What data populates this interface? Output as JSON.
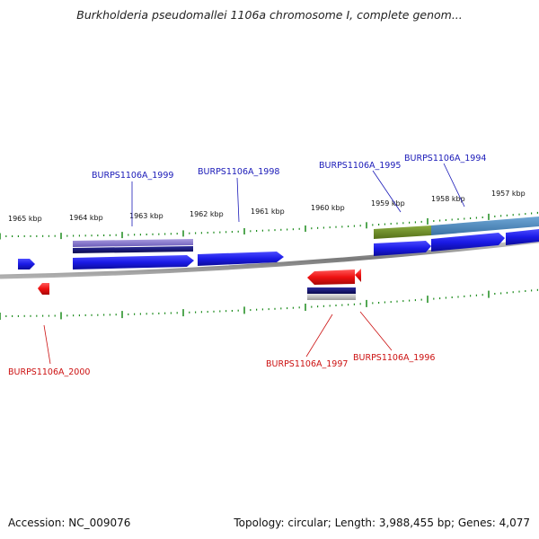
{
  "title": "Burkholderia pseudomallei 1106a chromosome I, complete genom...",
  "footer": {
    "accession": "Accession: NC_009076",
    "summary": "Topology: circular; Length: 3,988,455 bp; Genes: 4,077"
  },
  "colors": {
    "forward_gene": "#1a1ae6",
    "reverse_gene": "#ee1111",
    "forward_label": "#1a1ab8",
    "reverse_label": "#cc1111",
    "tick": "#1a8a1a",
    "backbone": "#8c8c8c",
    "feature_purple": "#7a6ec8",
    "feature_navy": "#14146e",
    "feature_olive": "#6a8c28",
    "feature_steel": "#4a86b8"
  },
  "ticks": [
    "1965 kbp",
    "1964 kbp",
    "1963 kbp",
    "1962 kbp",
    "1961 kbp",
    "1960 kbp",
    "1959 kbp",
    "1958 kbp",
    "1957 kbp"
  ],
  "genes": [
    {
      "id": "BURPS1106A_2000",
      "strand": "reverse"
    },
    {
      "id": "BURPS1106A_1999",
      "strand": "forward"
    },
    {
      "id": "BURPS1106A_1998",
      "strand": "forward"
    },
    {
      "id": "BURPS1106A_1997",
      "strand": "reverse"
    },
    {
      "id": "BURPS1106A_1996",
      "strand": "reverse"
    },
    {
      "id": "BURPS1106A_1995",
      "strand": "forward"
    },
    {
      "id": "BURPS1106A_1994",
      "strand": "forward"
    }
  ]
}
